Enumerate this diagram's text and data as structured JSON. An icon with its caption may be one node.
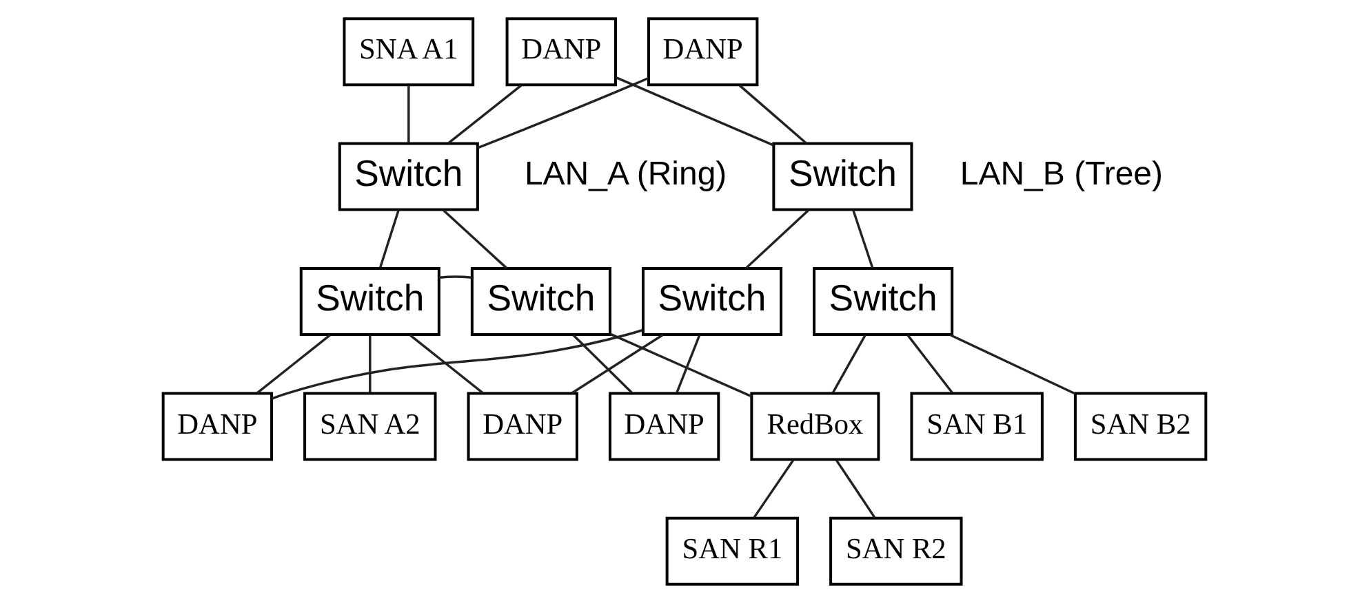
{
  "diagram": {
    "nodes": [
      {
        "text": [
          "SNA A1"
        ]
      },
      {
        "text": [
          "DANP"
        ]
      },
      {
        "text": [
          "DANP"
        ]
      },
      {
        "text": [
          "Switch"
        ]
      },
      {
        "text": [
          "Switch"
        ]
      },
      {
        "text": [
          "Switch"
        ]
      },
      {
        "text": [
          "Switch"
        ]
      },
      {
        "text": [
          "Switch"
        ]
      },
      {
        "text": [
          "Switch"
        ]
      },
      {
        "text": [
          "DANP"
        ]
      },
      {
        "text": [
          "SAN A2"
        ]
      },
      {
        "text": [
          "DANP"
        ]
      },
      {
        "text": [
          "DANP"
        ]
      },
      {
        "text": [
          "RedBox"
        ]
      },
      {
        "text": [
          "SAN B1"
        ]
      },
      {
        "text": [
          "SAN B2"
        ]
      },
      {
        "text": [
          "SAN R1"
        ]
      },
      {
        "text": [
          "SAN R2"
        ]
      }
    ],
    "edges": [
      {
        "from": 0,
        "to": 3,
        "arrow": "none"
      },
      {
        "from": 1,
        "to": 3,
        "arrow": "none"
      },
      {
        "from": 1,
        "to": 4,
        "arrow": "none"
      },
      {
        "from": 2,
        "to": 3,
        "arrow": "none"
      },
      {
        "from": 2,
        "to": 4,
        "arrow": "none"
      },
      {
        "from": 3,
        "to": 5,
        "arrow": "none"
      },
      {
        "from": 5,
        "to": 6,
        "arrow": "none"
      },
      {
        "from": 3,
        "to": 6,
        "arrow": "none"
      },
      {
        "from": 4,
        "to": 8,
        "arrow": "none"
      },
      {
        "from": 4,
        "to": 7,
        "arrow": "none"
      },
      {
        "from": 5,
        "to": 9,
        "arrow": "none"
      },
      {
        "from": 5,
        "to": 10,
        "arrow": "none"
      },
      {
        "from": 5,
        "to": 11,
        "arrow": "none"
      },
      {
        "from": 6,
        "to": 12,
        "arrow": "none"
      },
      {
        "from": 6,
        "to": 13,
        "arrow": "none"
      },
      {
        "from": 7,
        "to": 9,
        "arrow": "none"
      },
      {
        "from": 7,
        "to": 11,
        "arrow": "none"
      },
      {
        "from": 7,
        "to": 12,
        "arrow": "none"
      },
      {
        "from": 8,
        "to": 13,
        "arrow": "none"
      },
      {
        "from": 8,
        "to": 14,
        "arrow": "none"
      },
      {
        "from": 8,
        "to": 15,
        "arrow": "none"
      },
      {
        "from": 13,
        "to": 16,
        "arrow": "none"
      },
      {
        "from": 13,
        "to": 17,
        "arrow": "none"
      }
    ],
    "labels": [
      "LAN_A (Ring)",
      "LAN_B (Tree)"
    ]
  }
}
